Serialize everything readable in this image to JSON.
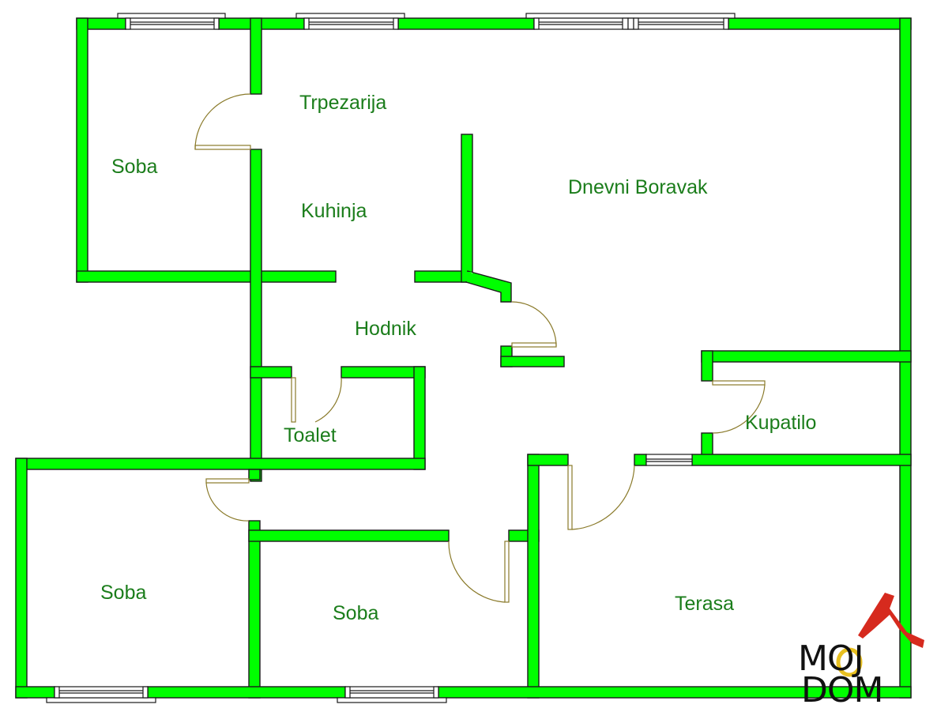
{
  "plan": {
    "type": "apartment floor plan",
    "colors": {
      "wall_fill": "#00ff00",
      "wall_outline": "#1a1a1a",
      "door_line": "#8a7a2a",
      "label_text": "#1b7d1b",
      "background": "#ffffff"
    },
    "rooms": [
      {
        "id": "soba-1",
        "label": "Soba"
      },
      {
        "id": "trpezarija",
        "label": "Trpezarija"
      },
      {
        "id": "kuhinja",
        "label": "Kuhinja"
      },
      {
        "id": "dnevni-boravak",
        "label": "Dnevni Boravak"
      },
      {
        "id": "hodnik",
        "label": "Hodnik"
      },
      {
        "id": "toalet",
        "label": "Toalet"
      },
      {
        "id": "kupatilo",
        "label": "Kupatilo"
      },
      {
        "id": "soba-2",
        "label": "Soba"
      },
      {
        "id": "soba-3",
        "label": "Soba"
      },
      {
        "id": "terasa",
        "label": "Terasa"
      }
    ]
  },
  "logo": {
    "line1": "MOJ",
    "line2": "DOM",
    "roof_color": "#d62a1e",
    "o_ring_color": "#e8c020"
  }
}
